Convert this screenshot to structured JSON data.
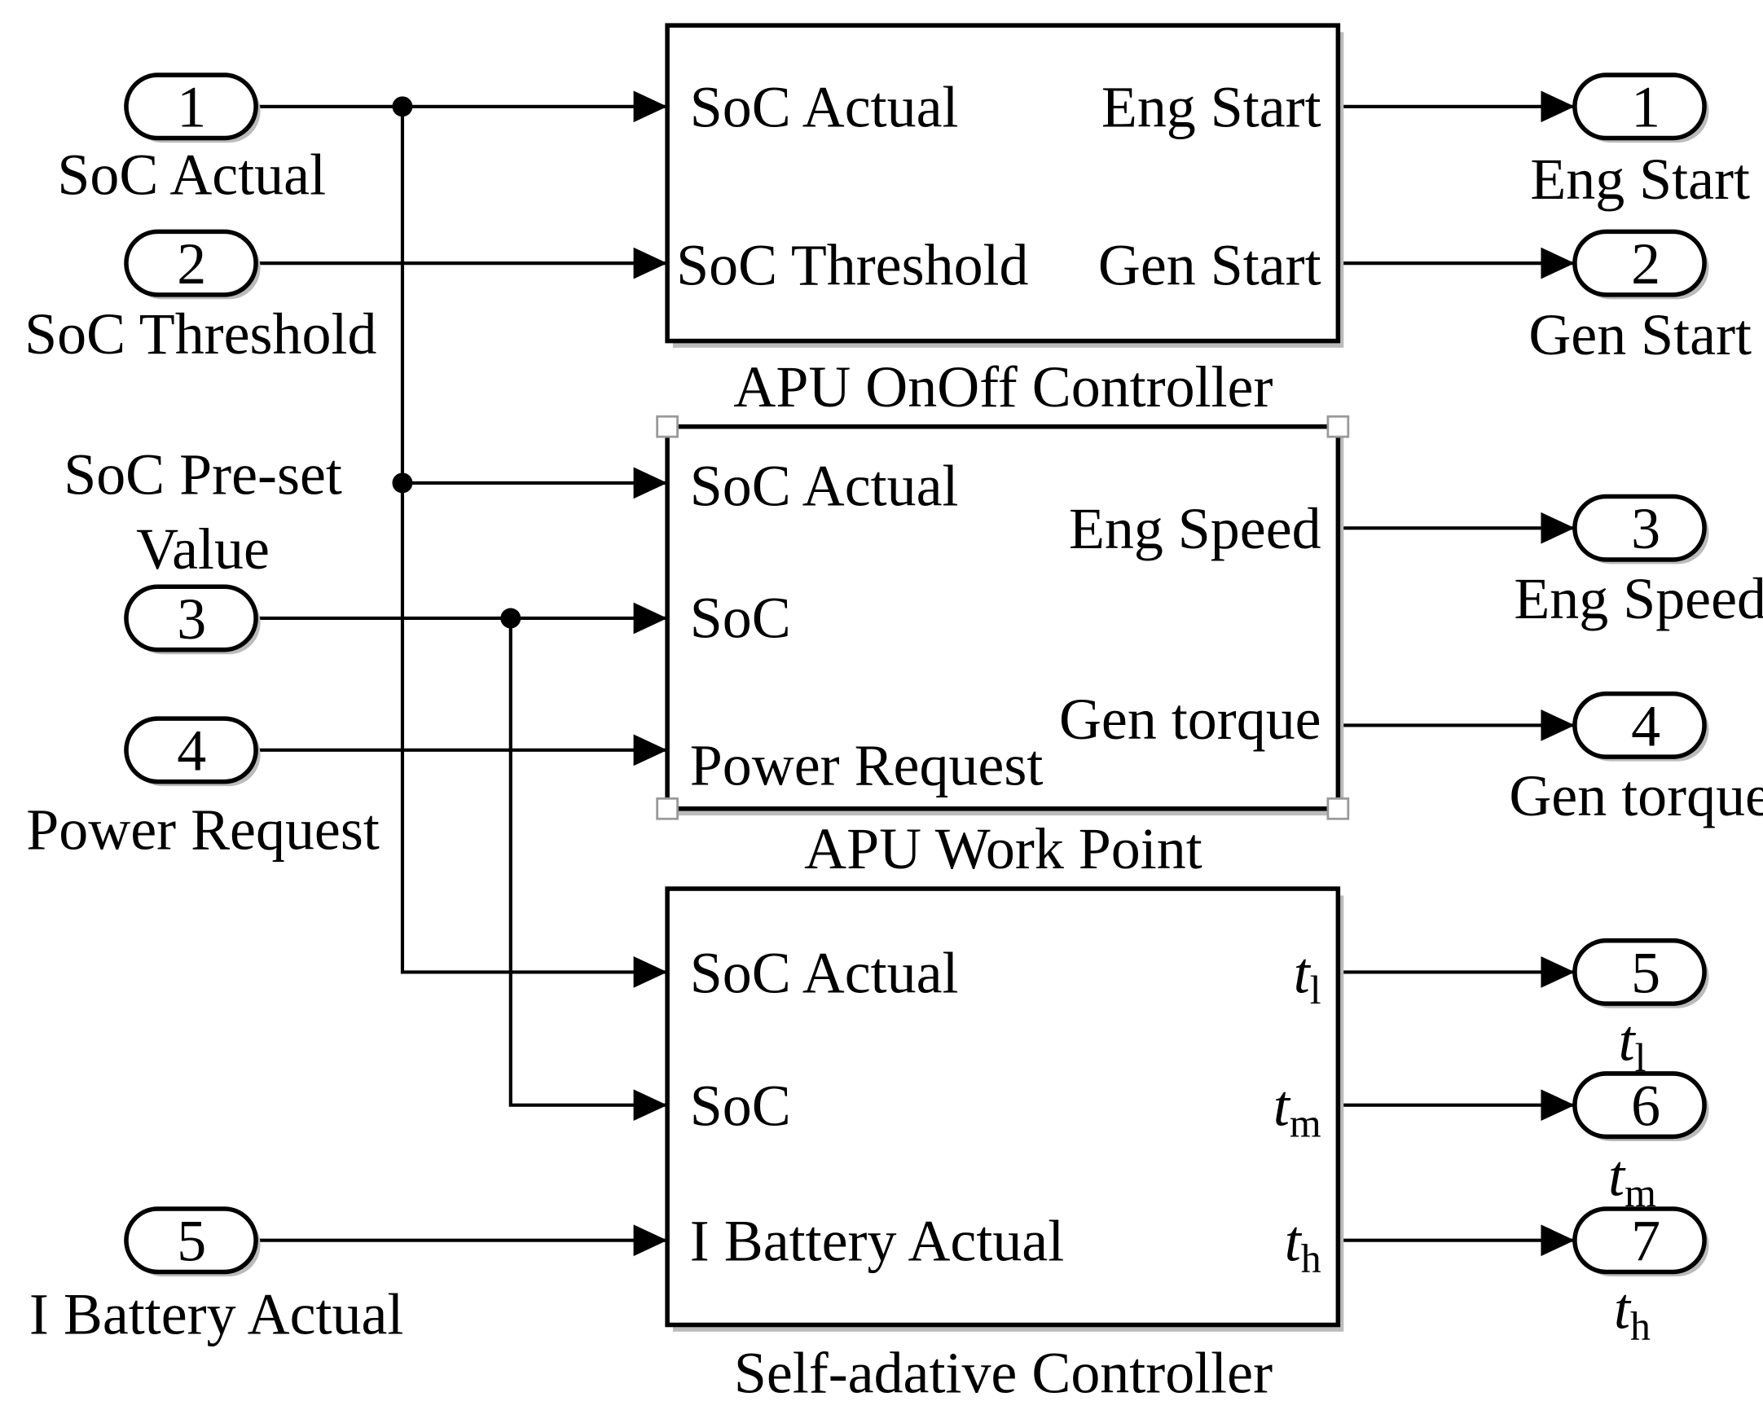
{
  "inports": [
    {
      "number": "1",
      "label": "SoC Actual"
    },
    {
      "number": "2",
      "label": "SoC Threshold"
    },
    {
      "number": "3",
      "label": ""
    },
    {
      "number": "4",
      "label": "Power Request"
    },
    {
      "number": "5",
      "label": "I Battery Actual"
    }
  ],
  "preset_label": [
    "SoC Pre-set",
    "Value"
  ],
  "blocks": [
    {
      "name": "APU OnOff Controller",
      "inputs": [
        "SoC Actual",
        "SoC Threshold"
      ],
      "outputs": [
        "Eng Start",
        "Gen Start"
      ]
    },
    {
      "name": "APU Work Point",
      "inputs": [
        "SoC Actual",
        "SoC",
        "Power Request"
      ],
      "outputs": [
        "Eng Speed",
        "Gen torque"
      ]
    },
    {
      "name": "Self-adative Controller",
      "inputs": [
        "SoC Actual",
        "SoC",
        "I Battery Actual"
      ],
      "outputs": [
        {
          "base": "t",
          "sub": "l"
        },
        {
          "base": "t",
          "sub": "m"
        },
        {
          "base": "t",
          "sub": "h"
        }
      ]
    }
  ],
  "outports": [
    {
      "number": "1",
      "label": "Eng Start"
    },
    {
      "number": "2",
      "label": "Gen Start"
    },
    {
      "number": "3",
      "label": "Eng Speed"
    },
    {
      "number": "4",
      "label": "Gen torque"
    },
    {
      "number": "5",
      "label": {
        "base": "t",
        "sub": "l"
      }
    },
    {
      "number": "6",
      "label": {
        "base": "t",
        "sub": "m"
      }
    },
    {
      "number": "7",
      "label": {
        "base": "t",
        "sub": "h"
      }
    }
  ]
}
